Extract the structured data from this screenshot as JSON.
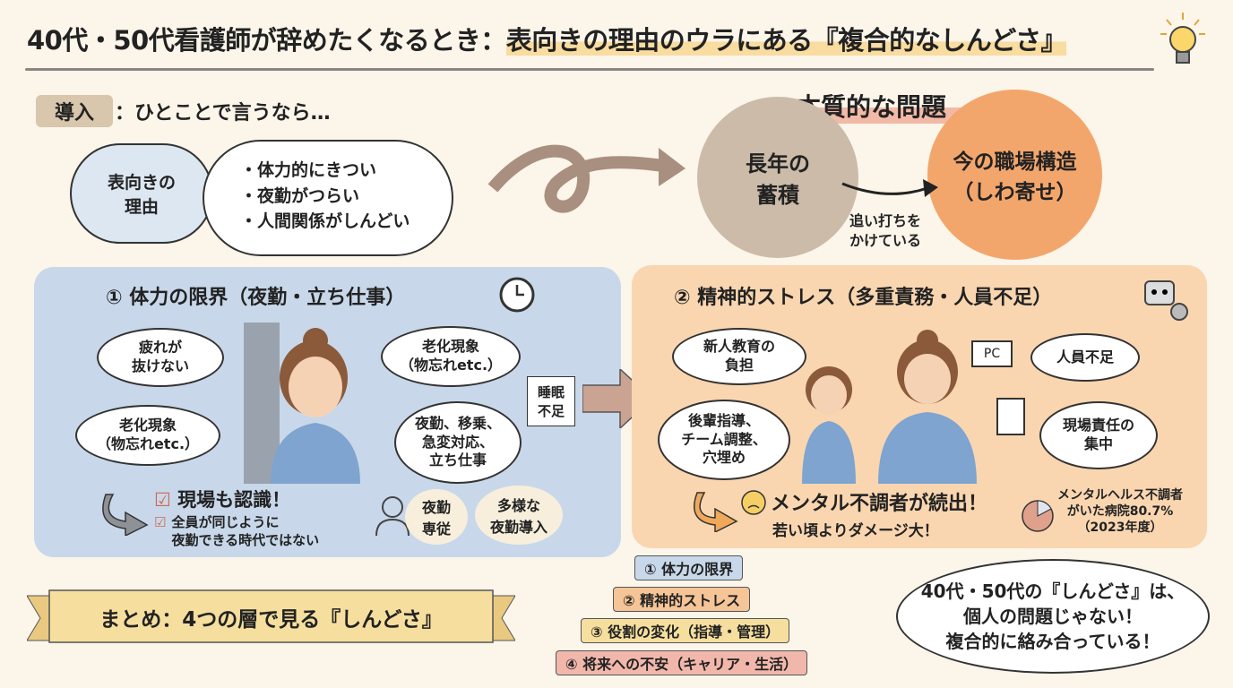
{
  "title": {
    "main": "40代・50代看護師が辞めたくなるとき：",
    "highlight": "表向きの理由のウラにある『複合的なしんどさ』"
  },
  "intro": {
    "tag": "導入",
    "text": "：ひとことで言うなら…",
    "cloud_label": "表向きの\n理由",
    "reasons": [
      "・体力的にきつい",
      "・夜勤がつらい",
      "・人間関係がしんどい"
    ]
  },
  "essence": {
    "heading": "本質的な問題",
    "left_circle": "長年の\n蓄積",
    "right_circle": "今の職場構造\n（しわ寄せ）",
    "arrow_label": "追い打ちを\nかけている"
  },
  "panel1": {
    "title": "① 体力の限界（夜勤・立ち仕事）",
    "bubbles": [
      "疲れが\n抜けない",
      "老化現象\n（物忘れetc.）",
      "老化現象\n（物忘れetc.）",
      "夜勤、移乗、\n急変対応、\n立ち仕事"
    ],
    "sign": "睡眠\n不足",
    "check1": "現場も認識！",
    "check2": "全員が同じように\n夜勤できる時代ではない",
    "oval1": "夜勤\n専従",
    "oval2": "多様な\n夜勤導入"
  },
  "panel2": {
    "title": "② 精神的ストレス（多重責務・人員不足）",
    "bubbles": [
      "新人教育の\n負担",
      "人員不足",
      "後輩指導、\nチーム調整、\n穴埋め",
      "現場責任の\n集中"
    ],
    "pc_label": "PC",
    "result": "メンタル不調者が続出！",
    "result_sub": "若い頃よりダメージ大！",
    "stat": "メンタルヘルス不調者\nがいた病院80.7%\n（2023年度）",
    "stat_value": 80.7
  },
  "summary": {
    "banner": "まとめ：4つの層で見る『しんどさ』",
    "layers": [
      "① 体力の限界",
      "② 精神的ストレス",
      "③ 役割の変化（指導・管理）",
      "④ 将来への不安（キャリア・生活）"
    ],
    "bubble": "40代・50代の『しんどさ』は、\n個人の問題じゃない！\n複合的に絡み合っている！"
  },
  "colors": {
    "blue_panel": "#c8d8ea",
    "orange_panel": "#f9d6b0",
    "circle_gray": "#cbbba8",
    "circle_orange": "#f3a66c"
  }
}
